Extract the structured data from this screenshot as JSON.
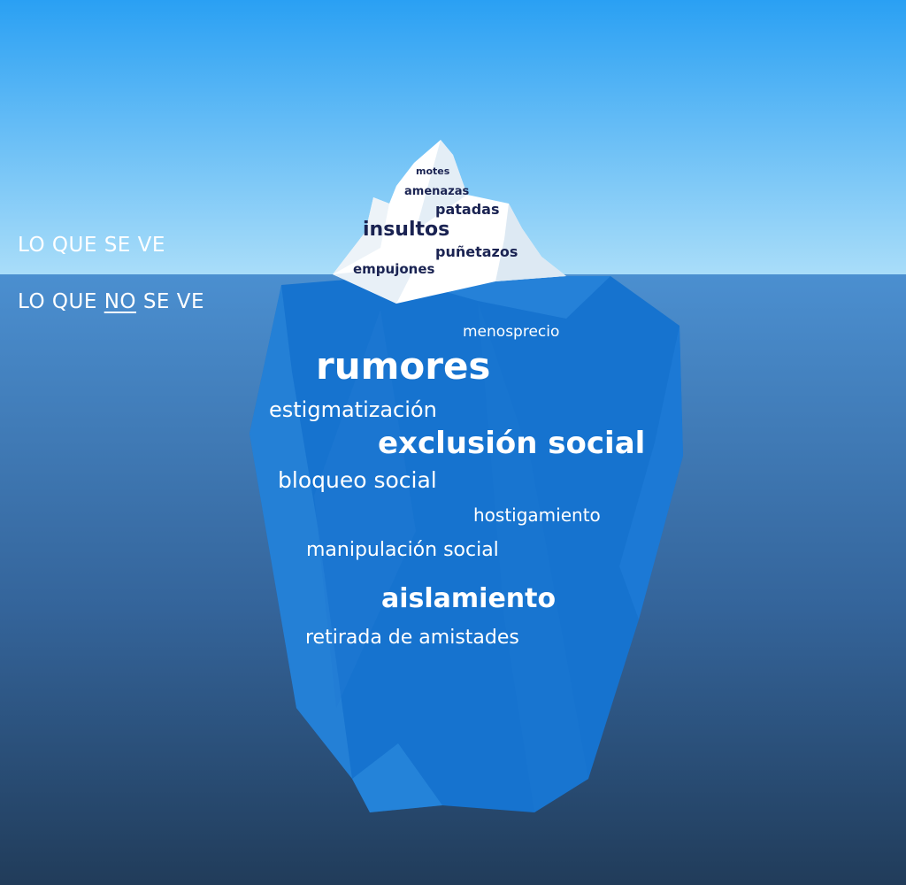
{
  "colors": {
    "sky_top": "#2aa0f3",
    "sky_bottom": "#a9ddf9",
    "water_top": "#4b8fd0",
    "water_bottom": "#213c5a",
    "ice_tip": "#ffffff",
    "ice_tip_shade": "#dbe8f2",
    "iceberg_body": "#1673cf",
    "tip_text": "#1a2352",
    "sub_text": "#ffffff"
  },
  "labels": {
    "visible": "LO QUE SE VE",
    "hidden_prefix": "LO QUE ",
    "hidden_emphasis": "NO",
    "hidden_suffix": " SE VE"
  },
  "tip_words": [
    "motes",
    "amenazas",
    "patadas",
    "insultos",
    "puñetazos",
    "empujones"
  ],
  "submerged_words": [
    "menosprecio",
    "rumores",
    "estigmatización",
    "exclusión social",
    "bloqueo social",
    "hostigamiento",
    "manipulación social",
    "aislamiento",
    "retirada de amistades"
  ]
}
